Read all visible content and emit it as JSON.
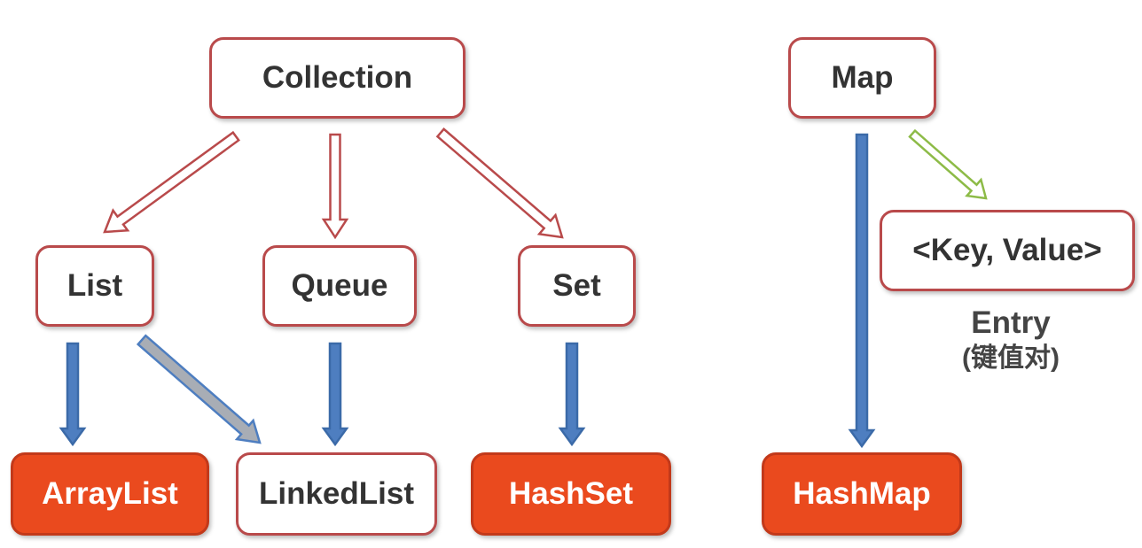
{
  "nodes": {
    "collection": "Collection",
    "list": "List",
    "queue": "Queue",
    "set": "Set",
    "arraylist": "ArrayList",
    "linkedlist": "LinkedList",
    "hashset": "HashSet",
    "map": "Map",
    "keyvalue": "<Key, Value>",
    "hashmap": "HashMap"
  },
  "entry": {
    "title": "Entry",
    "subtitle": "(键值对)"
  },
  "colors": {
    "red_border": "#b94a4b",
    "orange_fill": "#ea4a1e",
    "blue_arrow": "#4e7ec0",
    "gray_arrow": "#a8adb5",
    "green_arrow": "#8dbb47"
  }
}
